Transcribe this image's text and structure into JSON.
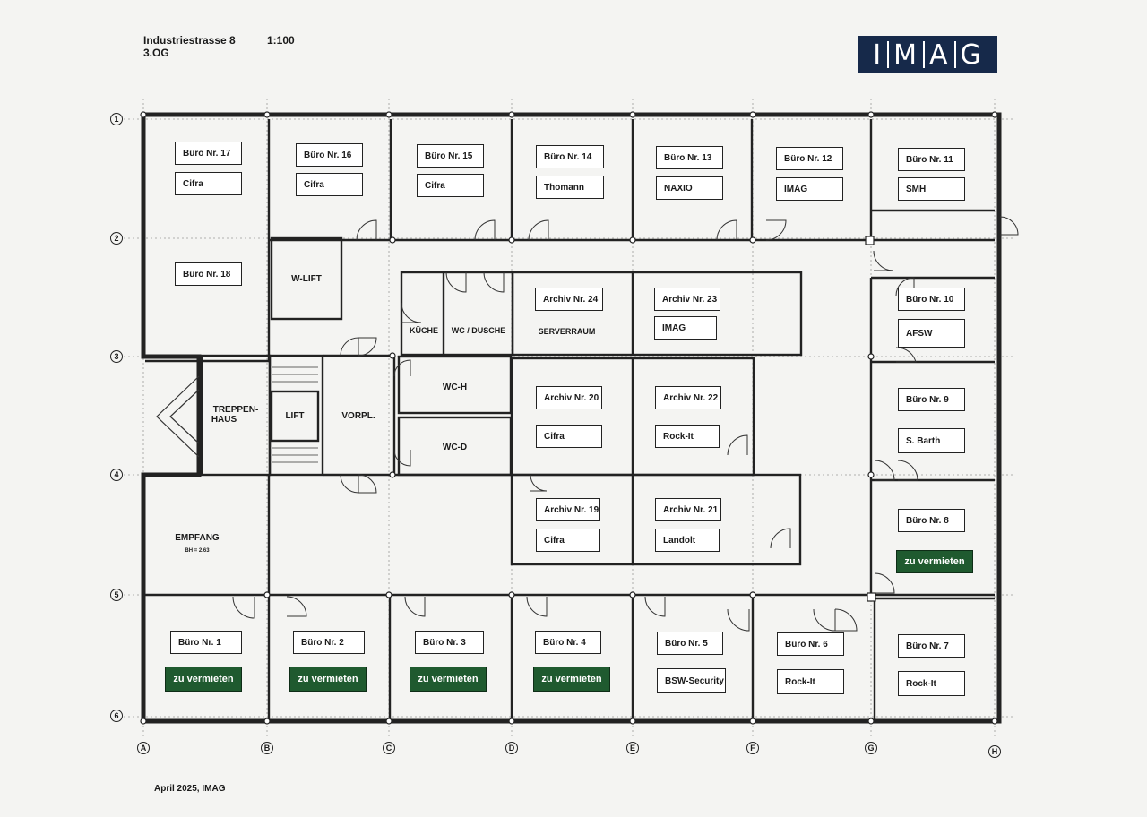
{
  "header": {
    "address": "Industriestrasse 8",
    "floor": "3.OG",
    "scale": "1:100",
    "logo_letters": [
      "I",
      "M",
      "A",
      "G"
    ]
  },
  "footer": "April 2025, IMAG",
  "colors": {
    "vacant_fill": "#1f5a2f",
    "logo_bg": "#16294a"
  },
  "axes": {
    "rows": [
      "1",
      "2",
      "3",
      "4",
      "5",
      "6"
    ],
    "cols": [
      "A",
      "B",
      "C",
      "D",
      "E",
      "F",
      "G",
      "H"
    ]
  },
  "rooms": [
    {
      "id": "buero-17",
      "name": "Büro Nr. 17",
      "tenant": "Cifra"
    },
    {
      "id": "buero-16",
      "name": "Büro Nr. 16",
      "tenant": "Cifra"
    },
    {
      "id": "buero-15",
      "name": "Büro Nr. 15",
      "tenant": "Cifra"
    },
    {
      "id": "buero-14",
      "name": "Büro Nr. 14",
      "tenant": "Thomann"
    },
    {
      "id": "buero-13",
      "name": "Büro Nr. 13",
      "tenant": "NAXIO"
    },
    {
      "id": "buero-12",
      "name": "Büro Nr. 12",
      "tenant": "IMAG"
    },
    {
      "id": "buero-11",
      "name": "Büro Nr. 11",
      "tenant": "SMH"
    },
    {
      "id": "buero-18",
      "name": "Büro Nr. 18",
      "tenant": ""
    },
    {
      "id": "archiv-24",
      "name": "Archiv Nr. 24",
      "tenant": ""
    },
    {
      "id": "archiv-23",
      "name": "Archiv Nr. 23",
      "tenant": "IMAG"
    },
    {
      "id": "buero-10",
      "name": "Büro Nr. 10",
      "tenant": "AFSW"
    },
    {
      "id": "archiv-20",
      "name": "Archiv Nr. 20",
      "tenant": "Cifra"
    },
    {
      "id": "archiv-22",
      "name": "Archiv Nr. 22",
      "tenant": "Rock-It"
    },
    {
      "id": "buero-9",
      "name": "Büro Nr. 9",
      "tenant": "S. Barth"
    },
    {
      "id": "archiv-19",
      "name": "Archiv Nr. 19",
      "tenant": "Cifra"
    },
    {
      "id": "archiv-21",
      "name": "Archiv Nr. 21",
      "tenant": "Landolt"
    },
    {
      "id": "buero-8",
      "name": "Büro Nr. 8",
      "tenant": "zu vermieten",
      "vacant": true
    },
    {
      "id": "buero-1",
      "name": "Büro Nr. 1",
      "tenant": "zu vermieten",
      "vacant": true
    },
    {
      "id": "buero-2",
      "name": "Büro Nr. 2",
      "tenant": "zu vermieten",
      "vacant": true
    },
    {
      "id": "buero-3",
      "name": "Büro Nr. 3",
      "tenant": "zu vermieten",
      "vacant": true
    },
    {
      "id": "buero-4",
      "name": "Büro Nr. 4",
      "tenant": "zu vermieten",
      "vacant": true
    },
    {
      "id": "buero-5",
      "name": "Büro Nr. 5",
      "tenant": "BSW-Security"
    },
    {
      "id": "buero-6",
      "name": "Büro Nr. 6",
      "tenant": "Rock-It"
    },
    {
      "id": "buero-7",
      "name": "Büro Nr. 7",
      "tenant": "Rock-It"
    }
  ],
  "labels": {
    "w_lift": "W-LIFT",
    "kueche": "KÜCHE",
    "wc_dusche": "WC / DUSCHE",
    "serverraum": "SERVERRAUM",
    "treppenhaus_1": "TREPPEN-",
    "treppenhaus_2": "HAUS",
    "lift": "LIFT",
    "vorpl": "VORPL.",
    "wc_h": "WC-H",
    "wc_d": "WC-D",
    "empfang": "EMPFANG",
    "empfang_note": "BH = 2.63"
  }
}
